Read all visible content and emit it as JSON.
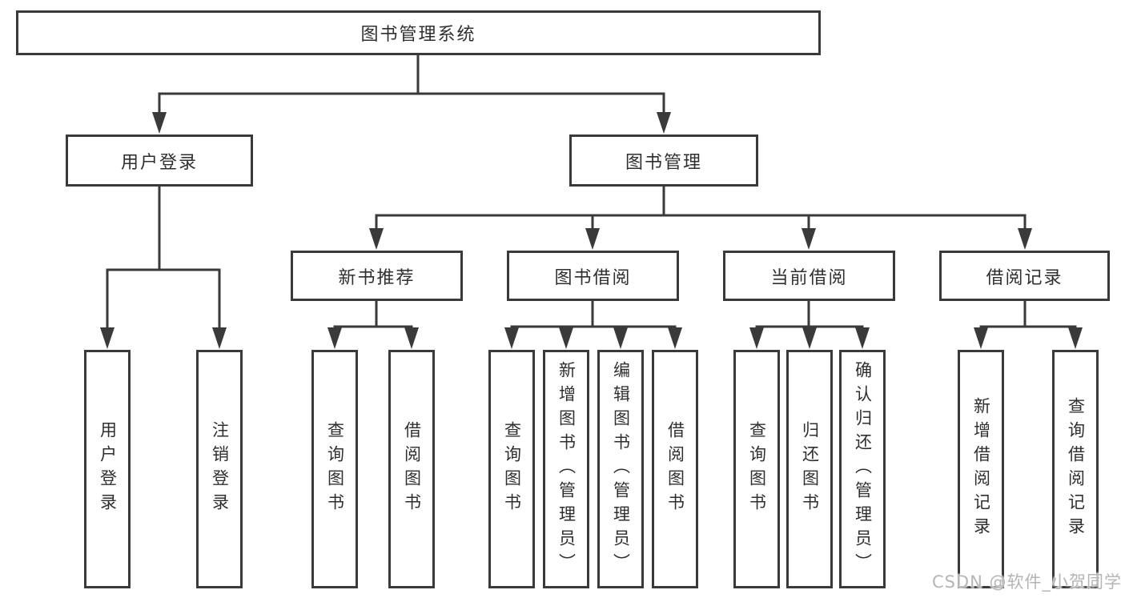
{
  "diagram": {
    "root": {
      "label": "图书管理系统"
    },
    "branches": [
      {
        "label": "用户登录",
        "leaves": [
          "用户登录",
          "注销登录"
        ]
      },
      {
        "label": "图书管理",
        "groups": [
          {
            "label": "新书推荐",
            "leaves": [
              "查询图书",
              "借阅图书"
            ]
          },
          {
            "label": "图书借阅",
            "leaves": [
              "查询图书",
              "新增图书（管理员）",
              "编辑图书（管理员）",
              "借阅图书"
            ]
          },
          {
            "label": "当前借阅",
            "leaves": [
              "查询图书",
              "归还图书",
              "确认归还（管理员）"
            ]
          },
          {
            "label": "借阅记录",
            "leaves": [
              "新增借阅记录",
              "查询借阅记录"
            ]
          }
        ]
      }
    ]
  },
  "watermark": "CSDN @软件_小贺同学",
  "colors": {
    "background": "#ffffff",
    "box_border": "#3a3a3a",
    "box_bg": "#ffffff",
    "line": "#3a3a3a",
    "text": "#2f2f2f",
    "watermark": "#b5b5b5"
  }
}
